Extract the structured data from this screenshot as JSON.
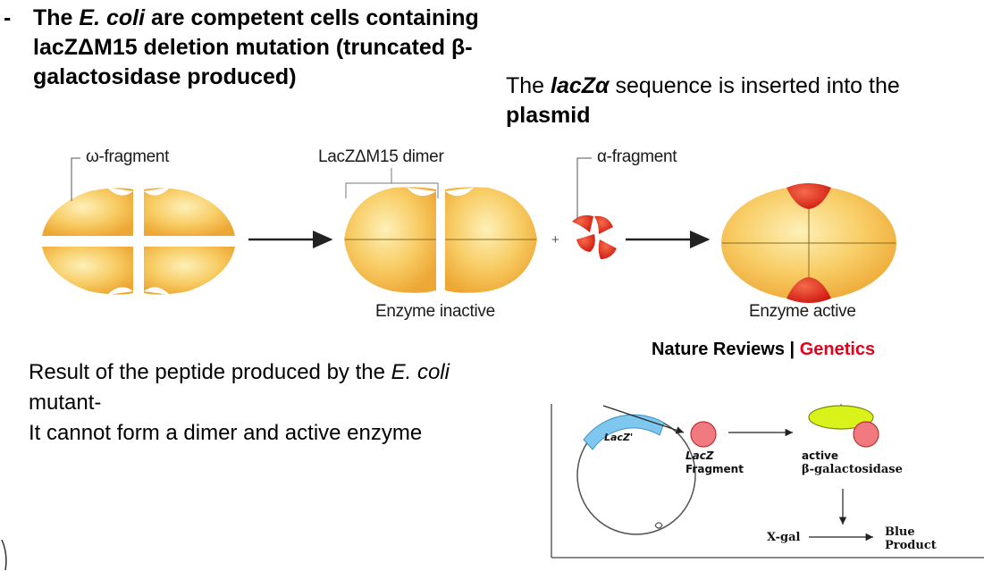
{
  "slide": {
    "bullet": {
      "dash": "-",
      "part1": "The ",
      "ecoli": "E. coli",
      "part2": " are competent cells containing lacZΔM15 deletion mutation (truncated β-galactosidase produced)"
    },
    "plasmid_note": {
      "part1": "The ",
      "lacz": "lacZα",
      "part2": " sequence is inserted into the ",
      "plasmid": "plasmid"
    },
    "result": {
      "line1_a": "Result of the peptide produced by the ",
      "line1_ecoli": "E. coli",
      "line2": "mutant-",
      "line3": "It cannot form a dimer and active enzyme"
    }
  },
  "figure_top": {
    "omega_label": "ω-fragment",
    "dimer_label": "LacZΔM15 dimer",
    "alpha_label": "α-fragment",
    "plus": "+",
    "inactive_label": "Enzyme inactive",
    "active_label": "Enzyme active",
    "credit_journal": "Nature Reviews",
    "credit_sep": " | ",
    "credit_section": "Genetics",
    "colors": {
      "enzyme_fill_light": "#fde9a8",
      "enzyme_fill_dark": "#f2b23a",
      "fragment_red": "#e0281c"
    }
  },
  "figure_bottom": {
    "lacz_prime": "LacZ'",
    "fragment_line1": "LacZ",
    "fragment_line2": "Fragment",
    "active_line1": "active",
    "active_line2": "β-galactosidase",
    "xgal": "X-gal",
    "blue_line1": "Blue",
    "blue_line2": "Product",
    "colors": {
      "gene_blue": "#7ec8f0",
      "fragment_pink": "#f07a80",
      "enzyme_yellow": "#d9f21a"
    }
  }
}
